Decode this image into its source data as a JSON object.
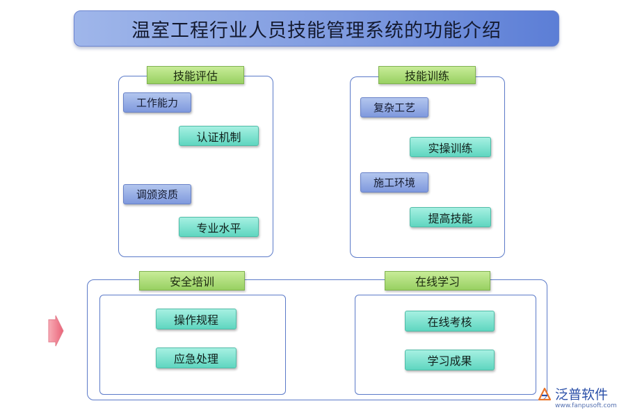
{
  "title": "温室工程行业人员技能管理系统的功能介绍",
  "groups": {
    "skill_eval": {
      "header": "技能评估",
      "branches": [
        {
          "parent": "工作能力",
          "child": "认证机制"
        },
        {
          "parent": "调颁资质",
          "child": "专业水平"
        }
      ]
    },
    "skill_train": {
      "header": "技能训练",
      "branches": [
        {
          "parent": "复杂工艺",
          "child": "实操训练"
        },
        {
          "parent": "施工环境",
          "child": "提高技能"
        }
      ]
    },
    "safety": {
      "header": "安全培训",
      "items": [
        "操作规程",
        "应急处理"
      ]
    },
    "online": {
      "header": "在线学习",
      "items": [
        "在线考核",
        "学习成果"
      ]
    }
  },
  "logo": {
    "name": "泛普软件",
    "url": "www.fanpusoft.com"
  },
  "colors": {
    "title_gradient_start": "#9fb6ea",
    "title_gradient_end": "#5c7ed6",
    "frame_border": "#5a79c8",
    "section_green": "#98d062",
    "node_blue": "#7f99dd",
    "node_teal": "#5fd6c0",
    "arrow_red": "#e8536a"
  },
  "icons": {
    "side_arrow": "right-arrow-icon",
    "logo_mark": "fanpu-logo-icon"
  }
}
